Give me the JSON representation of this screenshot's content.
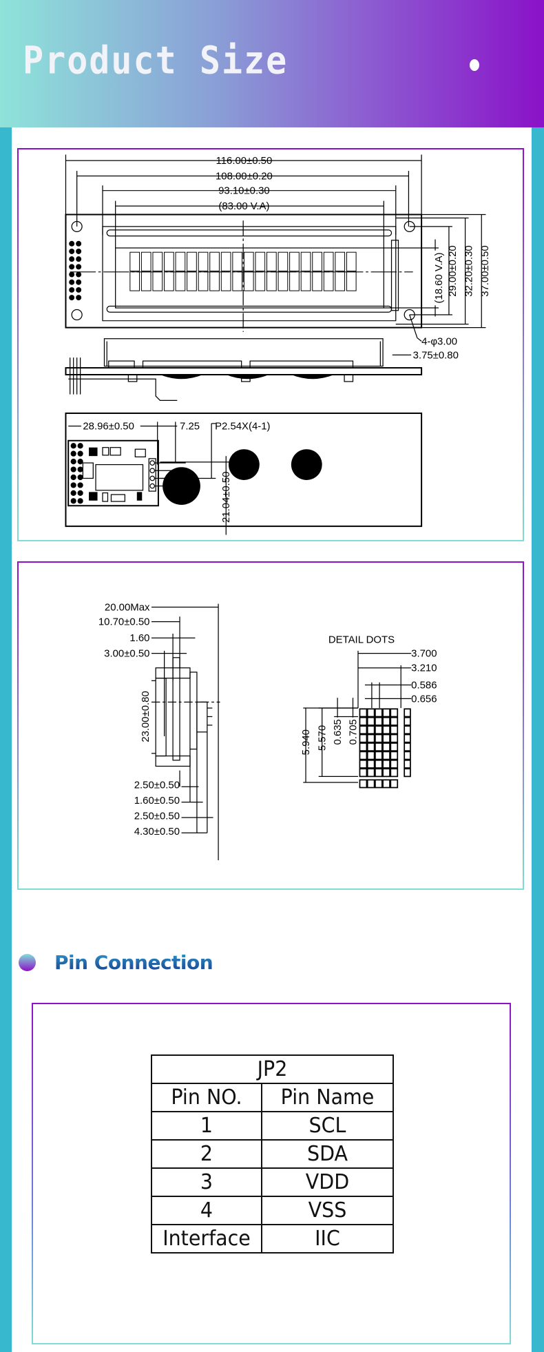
{
  "header": {
    "title": "Product Size"
  },
  "front_view": {
    "dim_116": "116.00±0.50",
    "dim_108": "108.00±0.20",
    "dim_93": "93.10±0.30",
    "dim_83": "(83.00 V.A)",
    "dim_18": "(18.60 V.A)",
    "dim_29": "29.00±0.20",
    "dim_32": "32.20±0.30",
    "dim_37": "37.00±0.50",
    "holes": "4-φ3.00",
    "side_dim": "3.75±0.80"
  },
  "back_view": {
    "dim_28": "28.96±0.50",
    "dim_7": "7.25",
    "pitch": "P2.54X(4-1)",
    "dim_21": "21.04±0.50"
  },
  "side_view": {
    "top_labels": [
      "20.00Max",
      "10.70±0.50",
      "1.60",
      "3.00±0.50"
    ],
    "height": "23.00±0.80",
    "bottom_labels": [
      "2.50±0.50",
      "1.60±0.50",
      "2.50±0.50",
      "4.30±0.50"
    ]
  },
  "detail_dots": {
    "title": "DETAIL  DOTS",
    "right_labels": [
      "3.700",
      "3.210",
      "0.586",
      "0.656"
    ],
    "left_labels": [
      "5.940",
      "5.570",
      "0.635",
      "0.705"
    ]
  },
  "pin_connection": {
    "title": "Pin Connection",
    "table_title": "JP2",
    "headers": [
      "Pin  NO.",
      "Pin  Name"
    ],
    "rows": [
      {
        "no": "1",
        "name": "SCL"
      },
      {
        "no": "2",
        "name": "SDA"
      },
      {
        "no": "3",
        "name": "VDD"
      },
      {
        "no": "4",
        "name": "VSS"
      },
      {
        "no": "Interface",
        "name": "IIC"
      }
    ]
  }
}
